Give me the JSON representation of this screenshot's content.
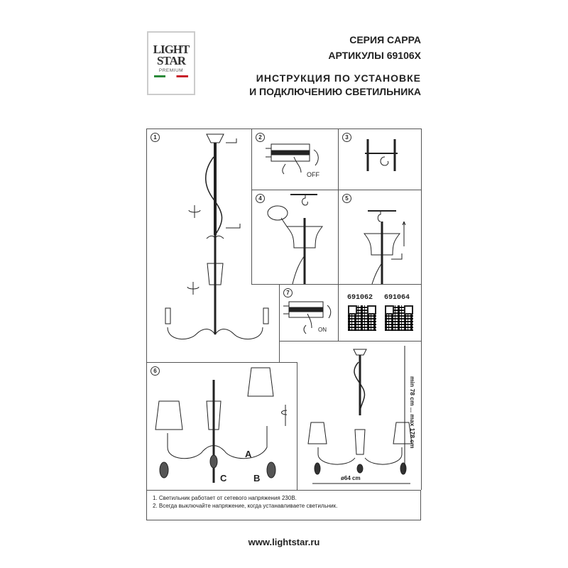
{
  "logo": {
    "line1": "LIGHT",
    "line2": "STAR",
    "line3": "PREMIUM"
  },
  "header": {
    "series": "СЕРИЯ CAPPA",
    "articles": "АРТИКУЛЫ 69106X",
    "title_line1": "ИНСТРУКЦИЯ ПО УСТАНОВКЕ",
    "title_line2": "И ПОДКЛЮЧЕНИЮ СВЕТИЛЬНИКА"
  },
  "steps": [
    "1",
    "2",
    "3",
    "4",
    "5",
    "6",
    "7"
  ],
  "step2_label": "OFF",
  "step7_label": "ON",
  "qr_codes": [
    {
      "code": "691062"
    },
    {
      "code": "691064"
    }
  ],
  "step6_labels": {
    "a": "A",
    "b": "B",
    "c": "C"
  },
  "dimensions": {
    "height": "min 78 cm ... max 178 cm",
    "diameter": "ø64 cm"
  },
  "notes": [
    "1. Светильник работает от сетевого напряжения 230В.",
    "2. Всегда выключайте напряжение, когда устанавливаете светильник."
  ],
  "website": "www.lightstar.ru"
}
